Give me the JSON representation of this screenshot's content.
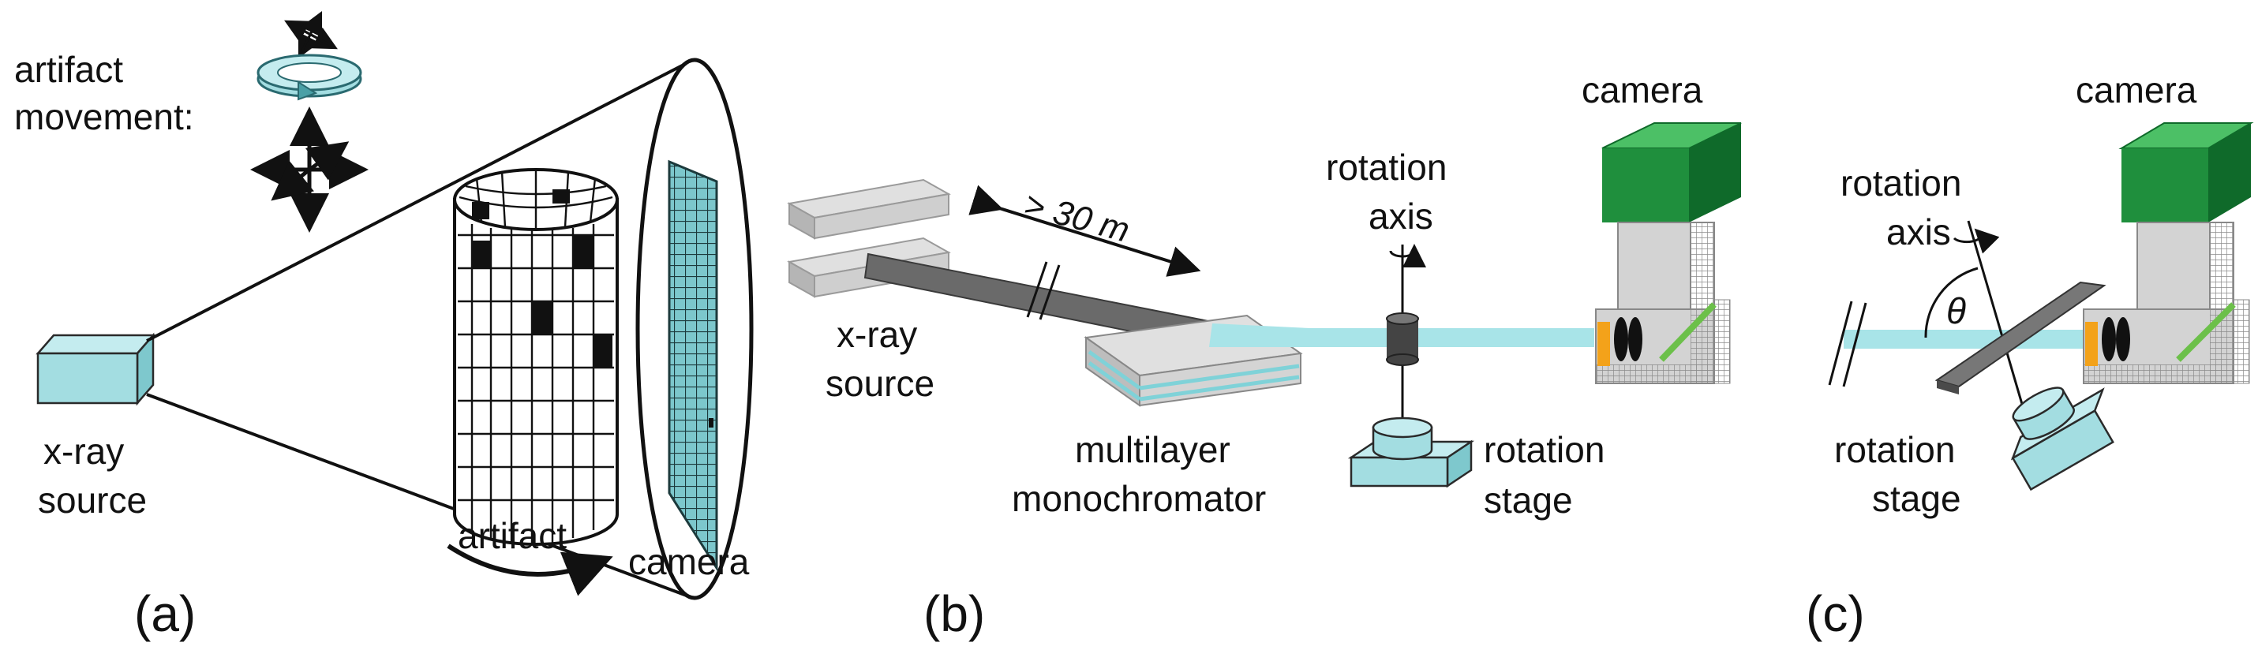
{
  "panel_a": {
    "tag": "(a)",
    "movement_label_line1": "artifact",
    "movement_label_line2": "movement:",
    "source_line1": "x-ray",
    "source_line2": "source",
    "artifact": "artifact",
    "camera": "camera"
  },
  "panel_b": {
    "tag": "(b)",
    "distance": "> 30 m",
    "source_line1": "x-ray",
    "source_line2": "source",
    "mono_line1": "multilayer",
    "mono_line2": "monochromator",
    "axis_line1": "rotation",
    "axis_line2": "axis",
    "stage_line1": "rotation",
    "stage_line2": "stage",
    "camera": "camera"
  },
  "panel_c": {
    "tag": "(c)",
    "axis_line1": "rotation",
    "axis_line2": "axis",
    "theta": "θ",
    "stage_line1": "rotation",
    "stage_line2": "stage",
    "camera": "camera"
  },
  "colors": {
    "beam": "#a8e4e8",
    "cyan_box": "#a3dde1",
    "cyan_dark": "#6fb9bf",
    "camera_green": "#1f8f3d",
    "camera_green_dark": "#0f6a2a",
    "housing_gray": "#d3d3d3",
    "mirror_green": "#6cc04a",
    "lens_orange": "#f3a21a"
  }
}
